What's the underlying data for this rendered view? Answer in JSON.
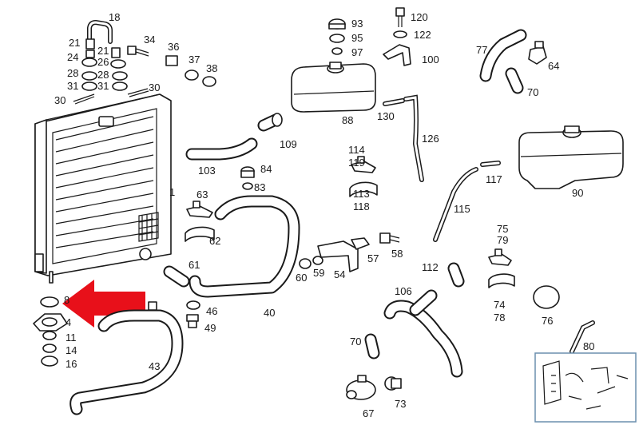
{
  "diagram": {
    "part_numbers": [
      "1",
      "4",
      "8",
      "11",
      "14",
      "16",
      "18",
      "21",
      "21",
      "24",
      "26",
      "28",
      "28",
      "30",
      "30",
      "31",
      "31",
      "34",
      "36",
      "37",
      "38",
      "40",
      "43",
      "46",
      "49",
      "54",
      "57",
      "58",
      "59",
      "60",
      "61",
      "62",
      "63",
      "64",
      "67",
      "70",
      "70",
      "73",
      "74",
      "75",
      "76",
      "77",
      "78",
      "79",
      "80",
      "83",
      "84",
      "88",
      "90",
      "93",
      "95",
      "97",
      "100",
      "103",
      "106",
      "109",
      "112",
      "113",
      "114",
      "115",
      "117",
      "118",
      "119",
      "120",
      "122",
      "126",
      "130"
    ],
    "highlighted_part": "8",
    "arrow_color": "#e8101a"
  }
}
